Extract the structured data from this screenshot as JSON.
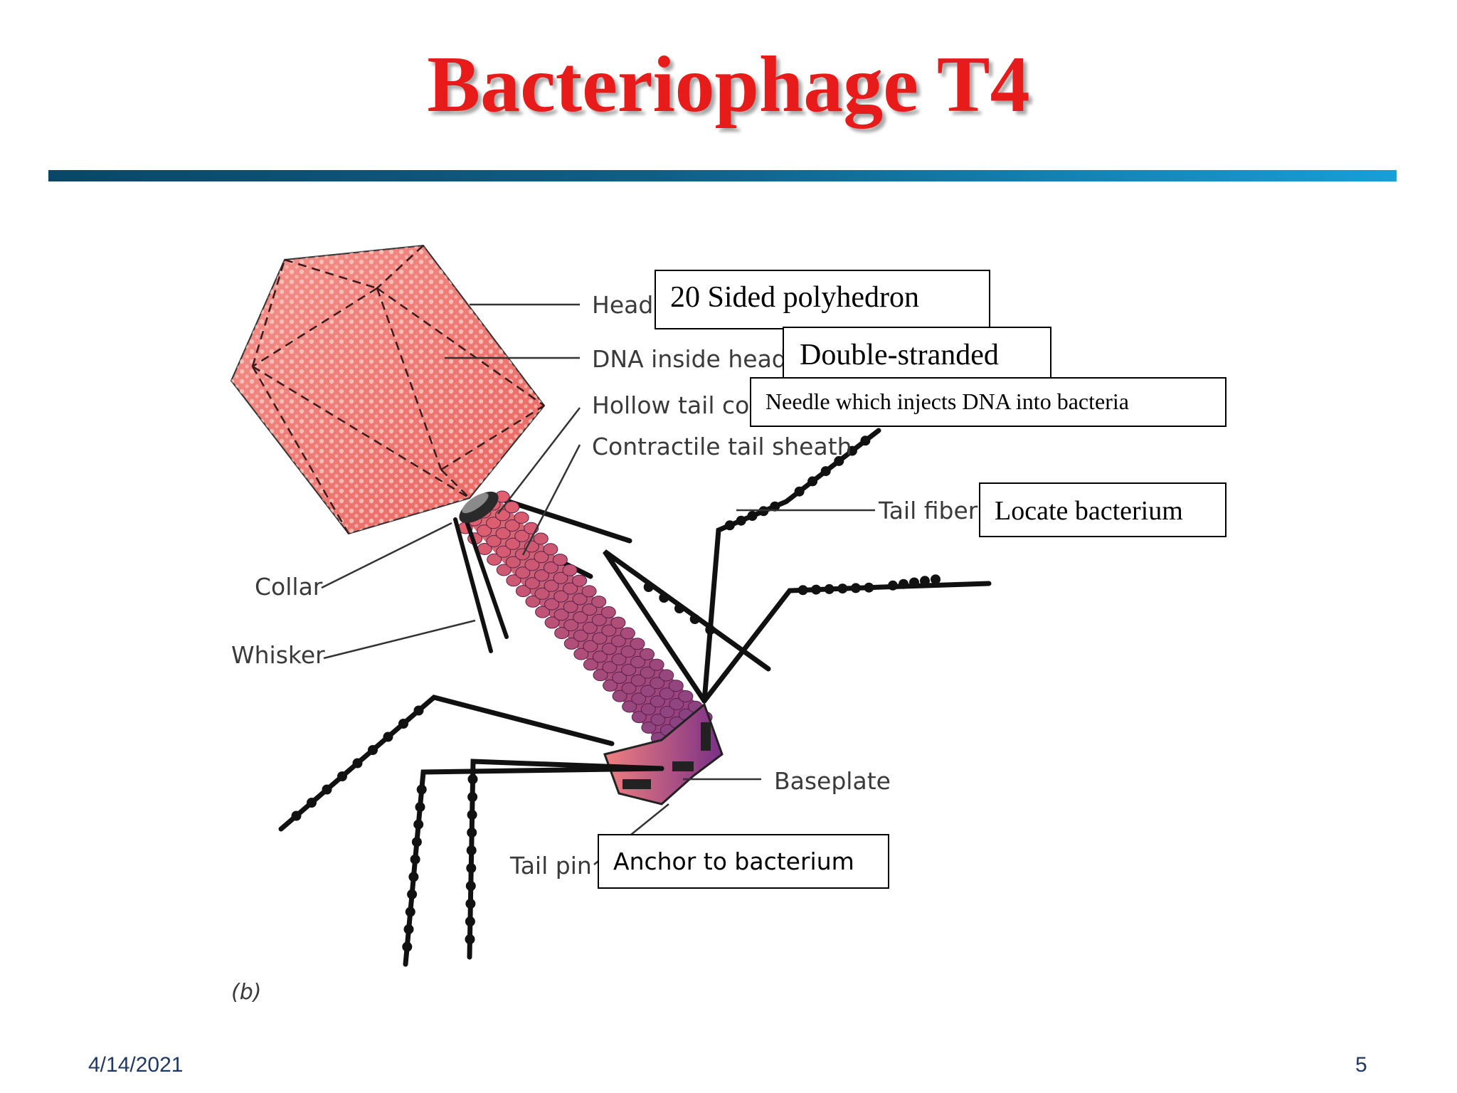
{
  "slide": {
    "title": "Bacteriophage T4",
    "date": "4/14/2021",
    "page_number": "5"
  },
  "diagram": {
    "panel_label": "(b)",
    "labels": {
      "head": "Head",
      "dna_inside_head": "DNA inside head",
      "hollow_tail_core": "Hollow tail core",
      "contractile_tail_sheath": "Contractile tail sheath",
      "tail_fiber": "Tail fiber",
      "collar": "Collar",
      "whisker": "Whisker",
      "baseplate": "Baseplate",
      "tail_pin": "Tail pin"
    },
    "notes": {
      "head": "20 Sided polyhedron",
      "dna": "Double-stranded",
      "tail_core": "Needle which injects DNA into bacteria",
      "tail_fiber": "Locate bacterium",
      "tail_pin": "Anchor to bacterium"
    },
    "colors": {
      "head_fill": "#f07c78",
      "sheath": "#b04a78",
      "baseplate": "#7a2f86"
    }
  }
}
